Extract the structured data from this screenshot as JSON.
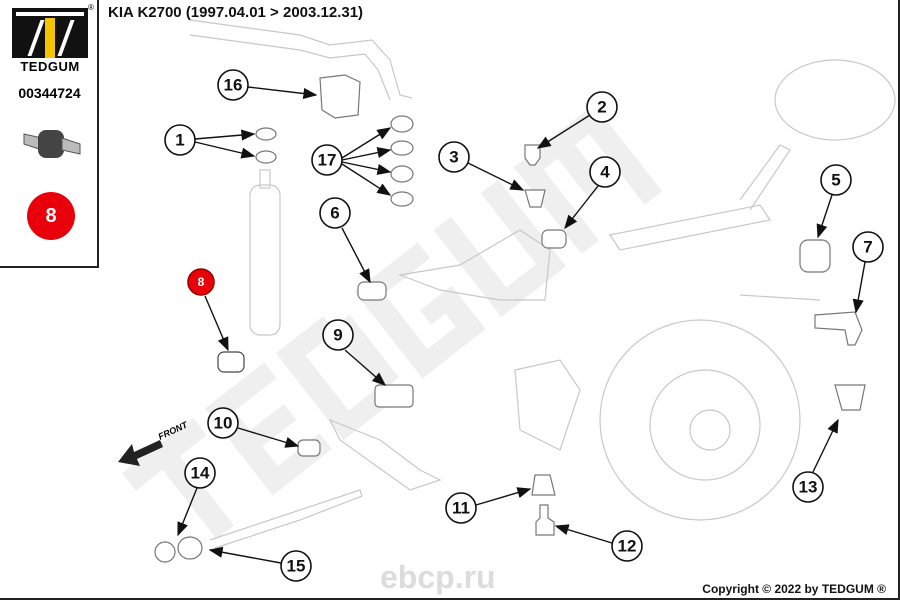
{
  "sidebar": {
    "brand": "TEDGUM",
    "registered_mark": "®",
    "part_number": "00344724",
    "highlight_callout": "8"
  },
  "header": {
    "title": "KIA K2700  (1997.04.01 > 2003.12.31)"
  },
  "diagram": {
    "watermark": "TEDGUM",
    "site_watermark": "ebcp.ru",
    "front_label": "FRONT",
    "callouts": [
      "1",
      "2",
      "3",
      "4",
      "5",
      "6",
      "7",
      "8",
      "9",
      "10",
      "11",
      "12",
      "13",
      "14",
      "15",
      "16",
      "17"
    ],
    "highlight_color": "#e8000a"
  },
  "footer": {
    "copyright": "Copyright © 2022 by TEDGUM ®"
  }
}
